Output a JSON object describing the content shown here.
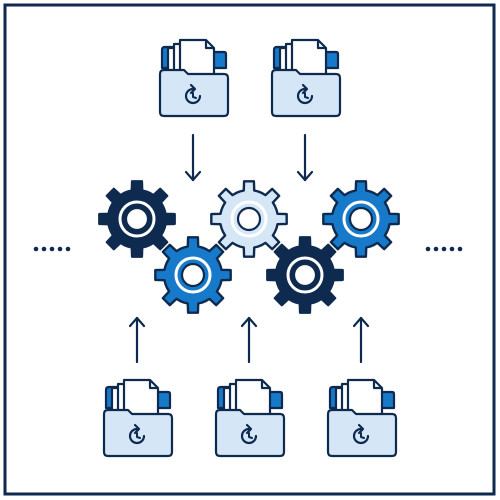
{
  "colors": {
    "navy": "#0e2a4f",
    "blue": "#1779c9",
    "light": "#d5e7f6",
    "white": "#ffffff"
  },
  "frame": {
    "icon": "square-frame"
  },
  "folders": [
    {
      "name": "top-folder-1",
      "icon": "folder-sync-icon",
      "direction": "down"
    },
    {
      "name": "top-folder-2",
      "icon": "folder-sync-icon",
      "direction": "down"
    },
    {
      "name": "bottom-folder-1",
      "icon": "folder-sync-icon",
      "direction": "up"
    },
    {
      "name": "bottom-folder-2",
      "icon": "folder-sync-icon",
      "direction": "up"
    },
    {
      "name": "bottom-folder-3",
      "icon": "folder-sync-icon",
      "direction": "up"
    }
  ],
  "gears": [
    {
      "name": "gear-1",
      "icon": "gear-icon",
      "fill": "navy"
    },
    {
      "name": "gear-2",
      "icon": "gear-icon",
      "fill": "blue"
    },
    {
      "name": "gear-3",
      "icon": "gear-icon",
      "fill": "light"
    },
    {
      "name": "gear-4",
      "icon": "gear-icon",
      "fill": "navy"
    },
    {
      "name": "gear-5",
      "icon": "gear-icon",
      "fill": "blue"
    }
  ],
  "ellipsis": {
    "left": "dots-icon",
    "right": "dots-icon"
  }
}
